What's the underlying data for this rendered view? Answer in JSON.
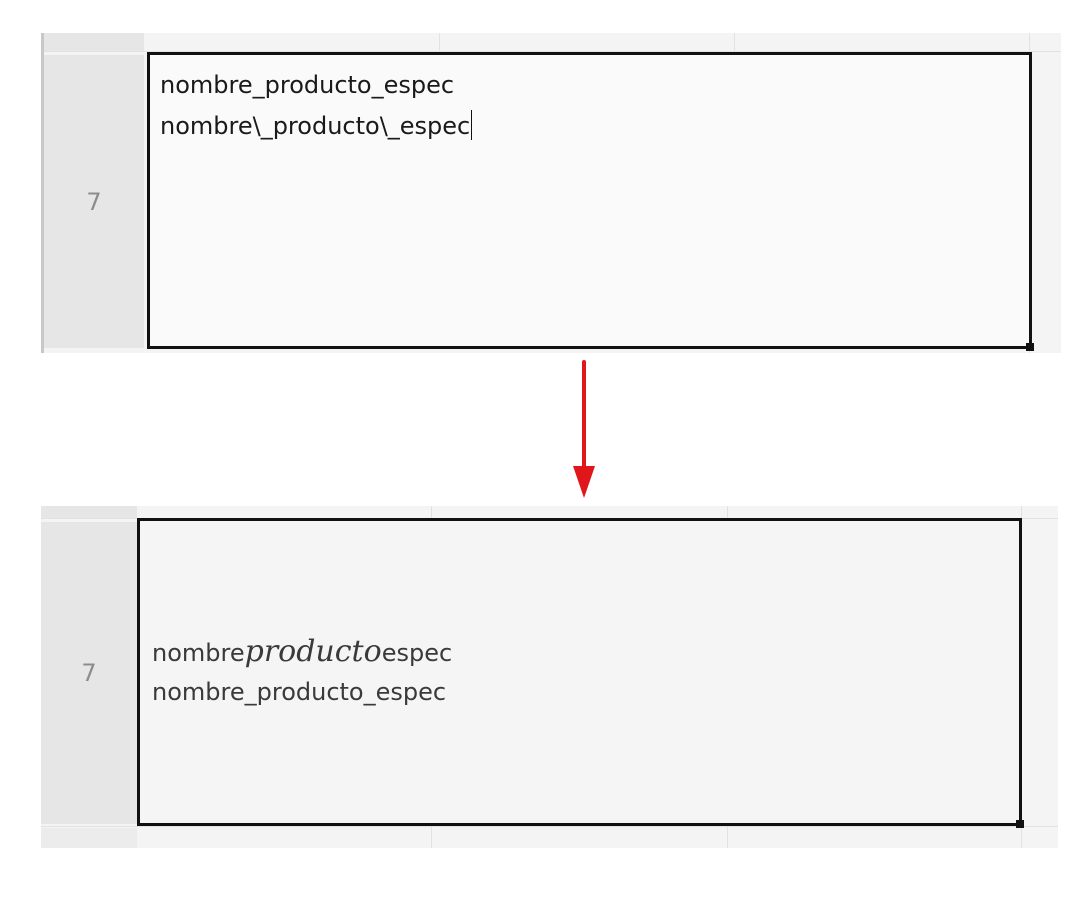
{
  "before": {
    "row_number": "7",
    "cell_lines": [
      "nombre_producto_espec",
      "nombre\\_producto\\_espec"
    ]
  },
  "after": {
    "row_number": "7",
    "line1_parts": [
      "nombre",
      "producto",
      "espec"
    ],
    "line2": "nombre_producto_espec"
  },
  "colors": {
    "arrow": "#e0161b",
    "cell_border": "#111111",
    "row_header_bg": "#e6e6e6",
    "row_number_text": "#8c8c8c"
  },
  "icons": {
    "arrow": "down-arrow-icon"
  }
}
